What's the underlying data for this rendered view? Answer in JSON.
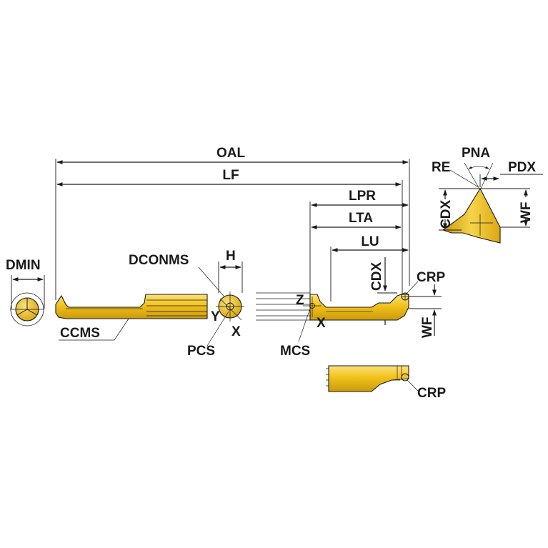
{
  "labels": {
    "oal": "OAL",
    "lf": "LF",
    "lpr": "LPR",
    "lta": "LTA",
    "lu": "LU",
    "cdx_main": "CDX",
    "crp_main": "CRP",
    "wf_main": "WF",
    "dmin": "DMIN",
    "dconms": "DCONMS",
    "h": "H",
    "y": "Y",
    "x_pcs": "X",
    "pcs": "PCS",
    "z": "Z",
    "x_mcs": "X",
    "mcs": "MCS",
    "ccms": "CCMS",
    "re": "RE",
    "pna": "PNA",
    "pdx": "PDX",
    "cdx_detail": "CDX",
    "wf_detail": "WF",
    "crp_detail": "CRP"
  },
  "colors": {
    "tool_body": "#f2c21b",
    "tool_highlight": "#fbe27a",
    "tool_shadow": "#c99a0e",
    "line": "#1a1a1a"
  }
}
